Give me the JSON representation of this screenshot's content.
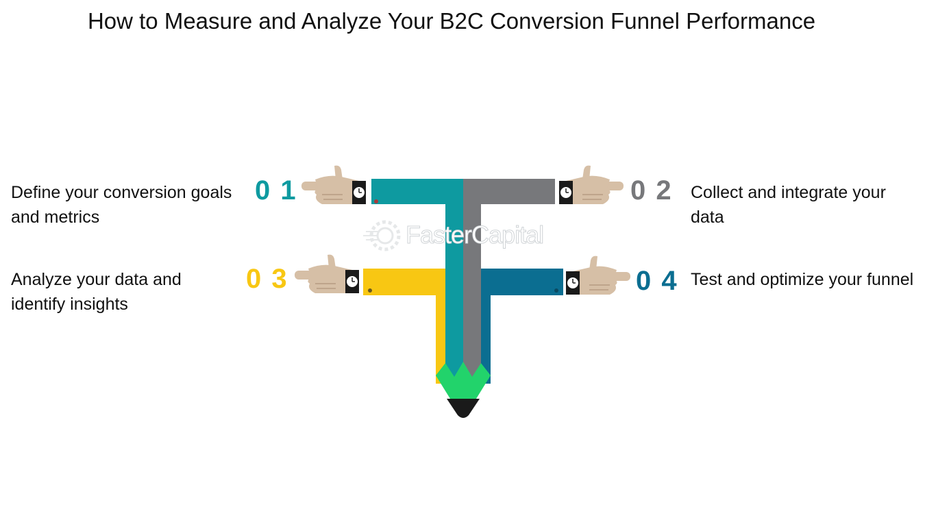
{
  "title": "How to Measure and Analyze Your B2C Conversion Funnel Performance",
  "steps": [
    {
      "number": "0 1",
      "label": "Define your conversion goals and metrics",
      "color": "#0e9aa0"
    },
    {
      "number": "0 2",
      "label": "Collect and integrate your data",
      "color": "#77787b"
    },
    {
      "number": "0 3",
      "label": "Analyze your data and identify insights",
      "color": "#f8c713"
    },
    {
      "number": "0 4",
      "label": "Test and optimize your funnel",
      "color": "#0b6e91"
    }
  ],
  "watermark": "FasterCapital",
  "colors": {
    "tip_green": "#22d36b",
    "lead": "#1a1a1a",
    "skin": "#d6bfa6",
    "skin_shadow": "#b69c82"
  },
  "icons": [
    "pointing-hand-icon",
    "wristwatch-icon",
    "pencil-icon",
    "gear-logo-icon"
  ]
}
